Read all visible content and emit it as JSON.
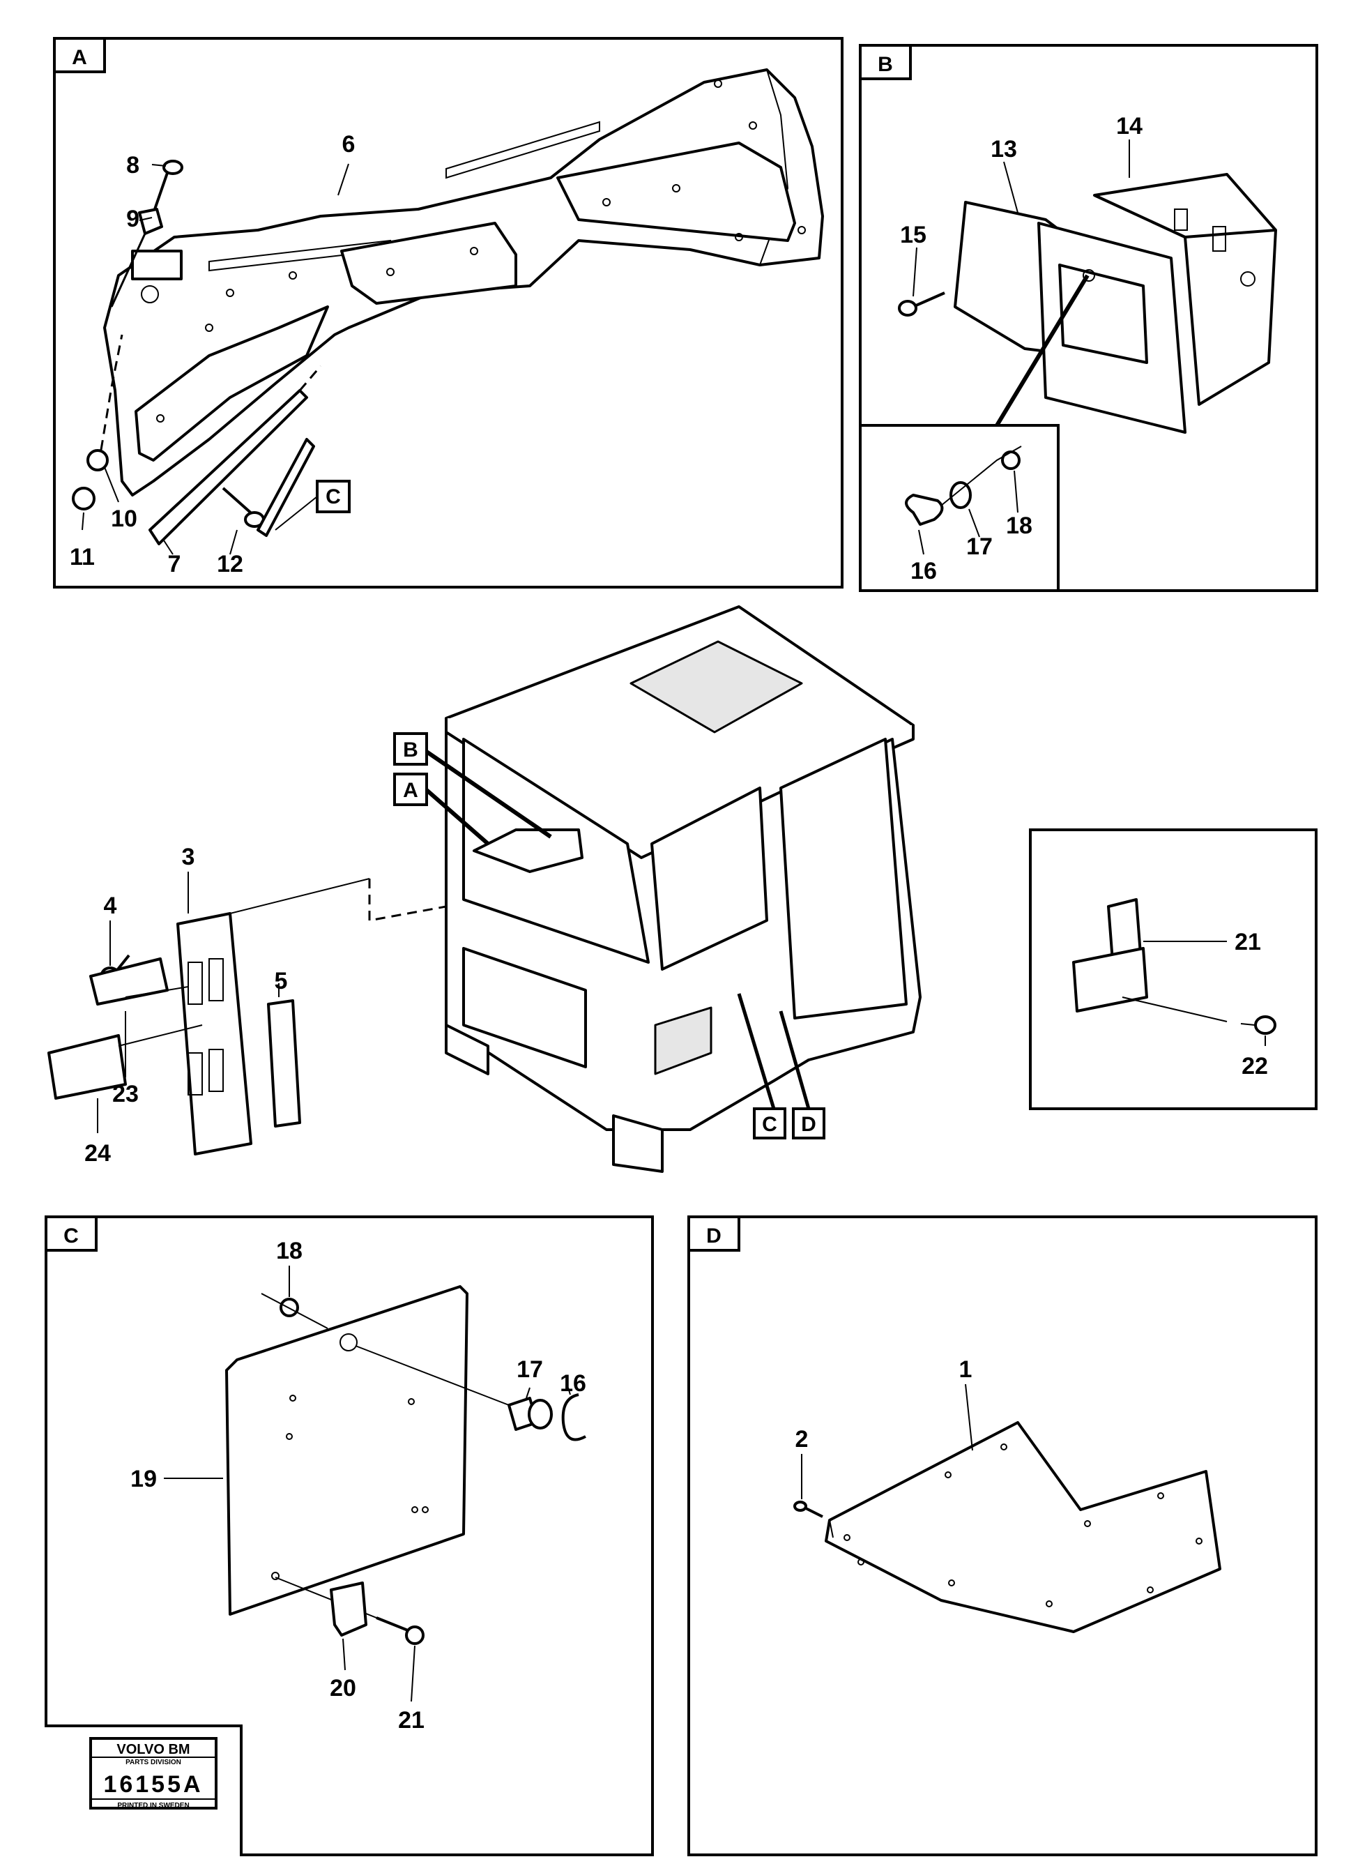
{
  "panels": {
    "A": {
      "tag": "A",
      "callouts": [
        "6",
        "7",
        "8",
        "9",
        "10",
        "11",
        "12"
      ],
      "ref": "C"
    },
    "B": {
      "tag": "B",
      "callouts": [
        "13",
        "14",
        "15",
        "16",
        "17",
        "18"
      ]
    },
    "cab": {
      "callouts": [
        "3",
        "4",
        "5",
        "23",
        "24"
      ],
      "refs": [
        "A",
        "B",
        "C",
        "D"
      ]
    },
    "bracket": {
      "callouts": [
        "21",
        "22"
      ]
    },
    "C": {
      "tag": "C",
      "callouts": [
        "16",
        "17",
        "18",
        "19",
        "20",
        "21"
      ]
    },
    "D": {
      "tag": "D",
      "callouts": [
        "1",
        "2"
      ]
    }
  },
  "stamp": {
    "brand": "VOLVO BM",
    "division": "PARTS DIVISION",
    "number": "16155A",
    "printed": "PRINTED IN SWEDEN"
  }
}
